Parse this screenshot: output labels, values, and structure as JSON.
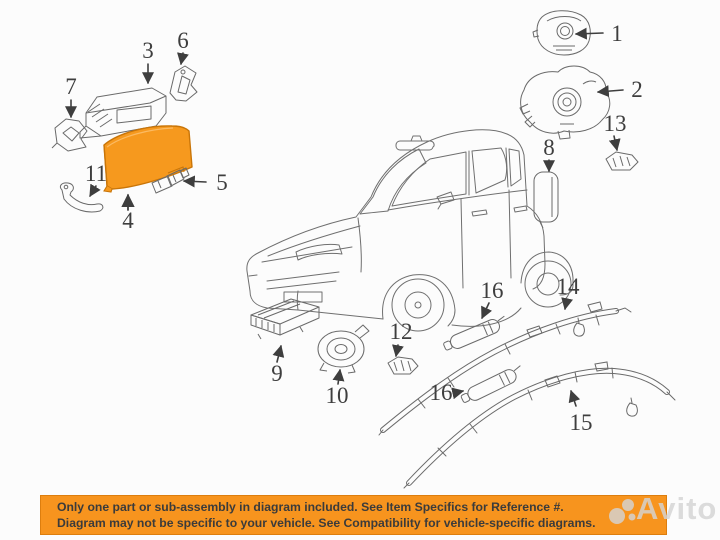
{
  "palette": {
    "background": "#fcfcfc",
    "line_color": "#6a6a6a",
    "label_color": "#3e3e3e",
    "highlight_fill": "#F6991E",
    "highlight_stroke": "#C97508",
    "banner_bg": "#F7941E",
    "watermark_color": "#d4d4d4"
  },
  "highlighted_callout": "4",
  "callouts": {
    "c1": "1",
    "c2": "2",
    "c3": "3",
    "c4": "4",
    "c5": "5",
    "c6": "6",
    "c7": "7",
    "c8": "8",
    "c9": "9",
    "c10": "10",
    "c11": "11",
    "c12": "12",
    "c13": "13",
    "c14": "14",
    "c15": "15",
    "c16a": "16",
    "c16b": "16"
  },
  "banner": {
    "line1": "Only one part or sub-assembly in diagram included. See Item Specifics for Reference #.",
    "line2": "Diagram may not be specific to your vehicle. See Compatibility for vehicle-specific diagrams."
  },
  "watermark": {
    "text": "Avito"
  }
}
